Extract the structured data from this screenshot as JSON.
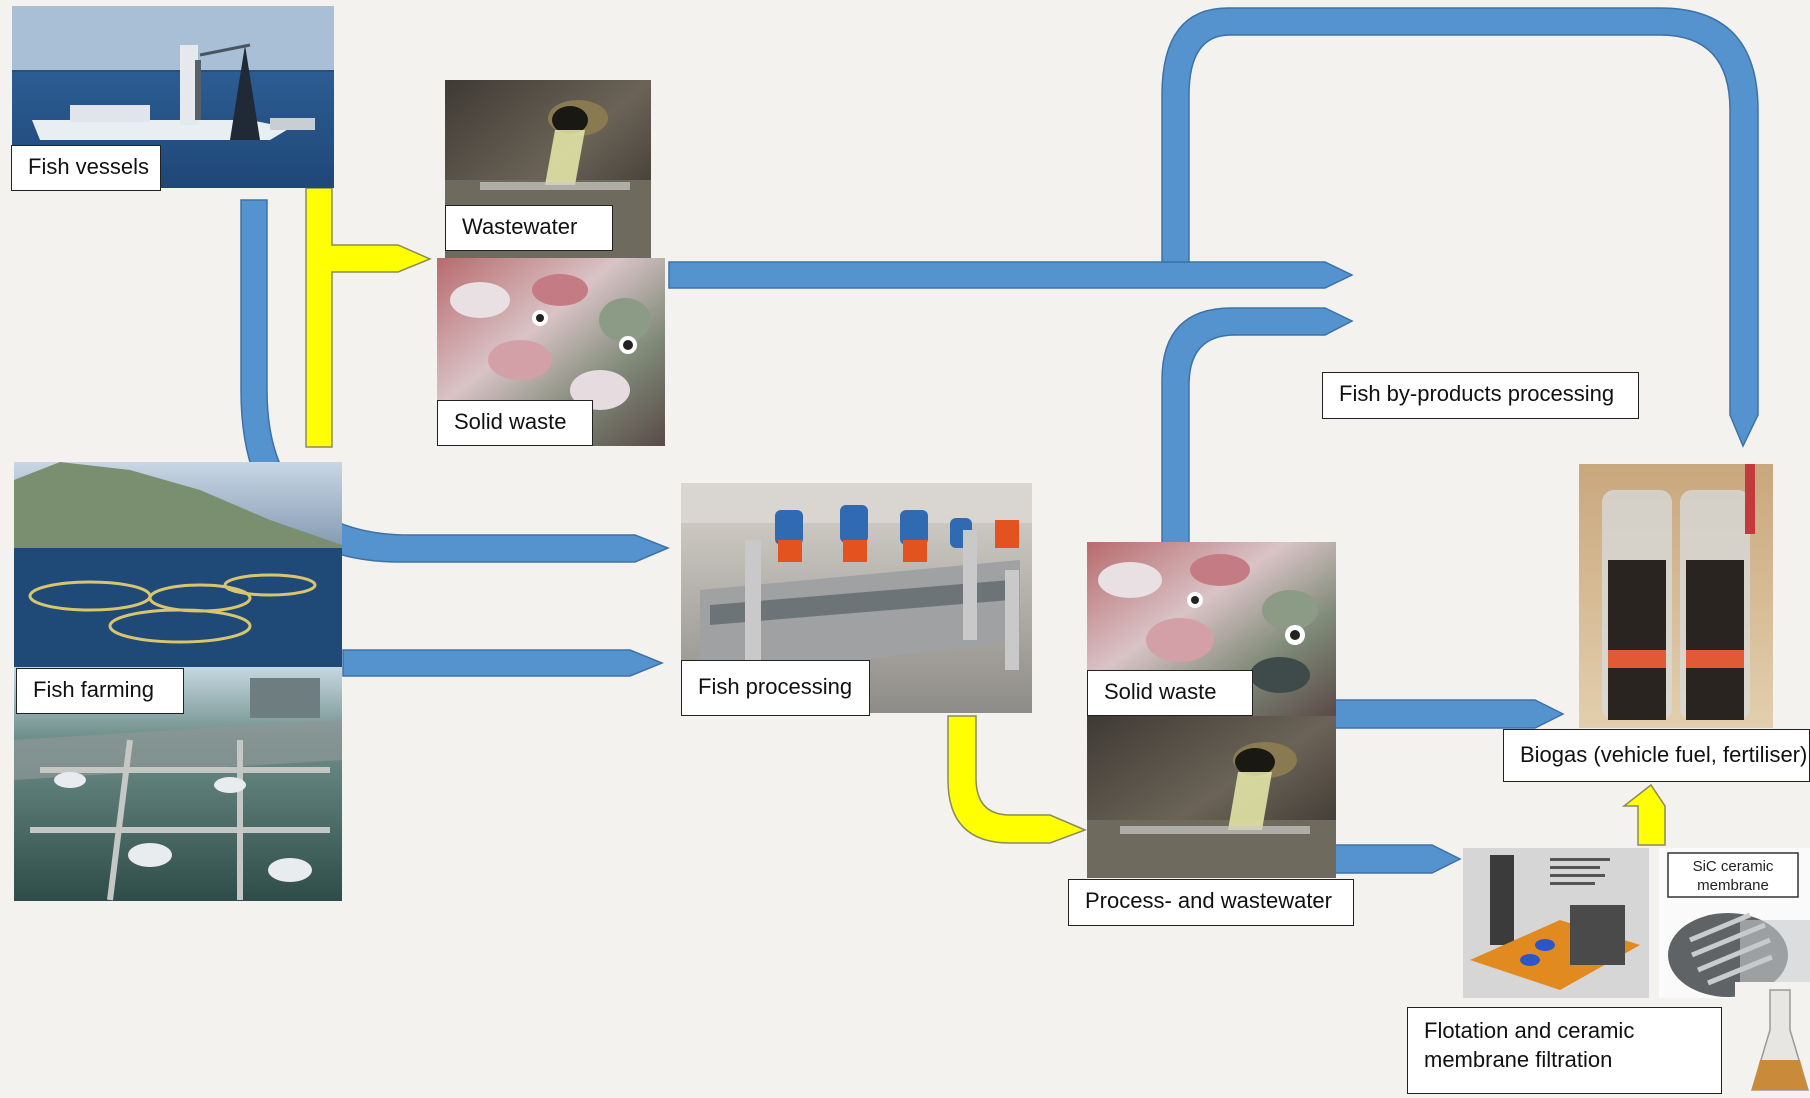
{
  "labels": {
    "fish_vessels": "Fish vessels",
    "wastewater": "Wastewater",
    "solid_waste_top": "Solid waste",
    "fish_farming": "Fish farming",
    "fish_processing": "Fish processing",
    "solid_waste_mid": "Solid waste",
    "process_wastewater": "Process- and wastewater",
    "fish_byproducts": "Fish by-products processing",
    "biogas": "Biogas (vehicle fuel, fertiliser)",
    "flotation": "Flotation and ceramic membrane filtration",
    "membrane_caption": "SiC ceramic membrane"
  },
  "colors": {
    "blue_arrow": "#5593cf",
    "blue_outline": "#3c72a8",
    "yellow_arrow": "#ffff00",
    "yellow_outline": "#8a8a5a",
    "background": "#f4f2ef"
  },
  "images": [
    "fishing-vessel-photo",
    "wastewater-outflow-photo",
    "fish-heads-photo",
    "fish-farm-cages-photo",
    "fish-farm-pens-photo",
    "fish-processing-workers-photo",
    "biogas-reactor-photo",
    "flotation-unit-render",
    "ceramic-membrane-photo",
    "flask-photo"
  ]
}
